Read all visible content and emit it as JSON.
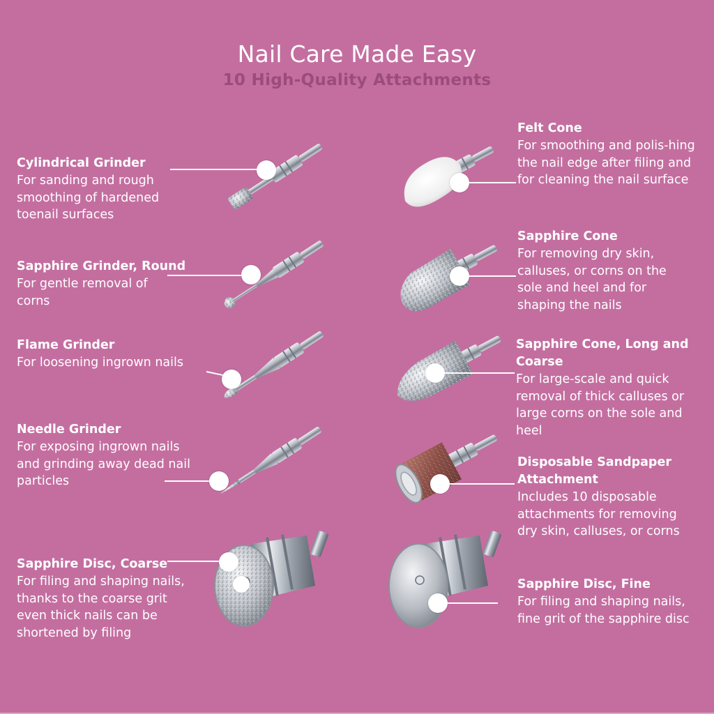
{
  "header": {
    "title": "Nail Care Made Easy",
    "subtitle": "10 High-Quality Attachments"
  },
  "colors": {
    "background": "#c46ea0",
    "subtitle": "#9b4c7a",
    "text": "#ffffff"
  },
  "attachments": [
    {
      "name": "Cylindrical Grinder",
      "description": "For sanding and rough smoothing of hardened toenail surfaces"
    },
    {
      "name": "Sapphire Grinder, Round",
      "description": "For gentle removal of corns"
    },
    {
      "name": "Flame Grinder",
      "description": "For loosening ingrown nails"
    },
    {
      "name": "Needle Grinder",
      "description": "For exposing ingrown nails and grinding away dead nail particles"
    },
    {
      "name": "Sapphire Disc, Coarse",
      "description": "For filing and shaping nails, thanks to the coarse grit even thick nails can be shortened by filing"
    },
    {
      "name": "Felt Cone",
      "description": "For smoothing and polis-hing the nail edge after filing and for cleaning the nail surface"
    },
    {
      "name": "Sapphire Cone",
      "description": "For removing dry skin, calluses, or corns on the sole and heel and for shaping the nails"
    },
    {
      "name": "Sapphire Cone, Long and Coarse",
      "description": "For large-scale and quick removal of thick calluses or large corns on the sole and heel"
    },
    {
      "name": "Disposable Sandpaper Attachment",
      "description": "Includes 10 disposable attachments for removing dry skin, calluses, or corns"
    },
    {
      "name": "Sapphire Disc, Fine",
      "description": "For filing and shaping nails, fine grit of the sapphire disc"
    }
  ]
}
